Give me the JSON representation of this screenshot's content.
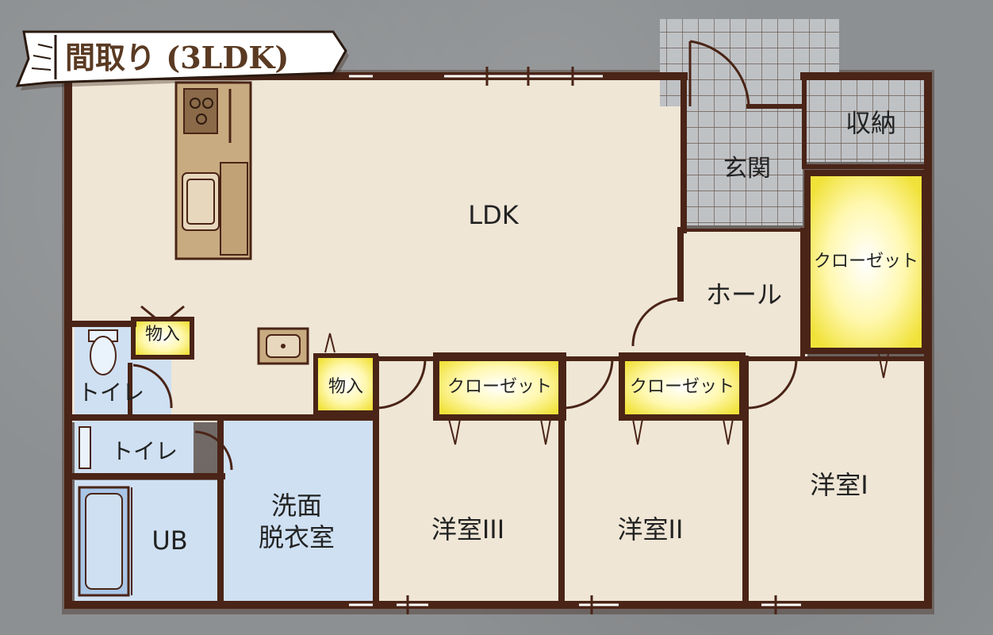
{
  "title": "間取り (3LDK)",
  "rooms": {
    "ldk": "LDK",
    "genkan": "玄関",
    "storage": "収納",
    "hall": "ホール",
    "closet_right": "クローゼット",
    "closet_room3": "クローゼット",
    "closet_room2": "クローゼット",
    "monoire_1": "物入",
    "monoire_2": "物入",
    "toilet_1": "トイレ",
    "toilet_2": "トイレ",
    "washroom_line1": "洗面",
    "washroom_line2": "脱衣室",
    "ub": "UB",
    "room1": "洋室I",
    "room2": "洋室II",
    "room3": "洋室III"
  },
  "colors": {
    "wall": "#4a2416",
    "floor": "#efe6d6",
    "wet": "#cfe0f2",
    "closet_glow": "#fff27a",
    "kitchen": "#c8ab80",
    "tile": "#b3b6ba",
    "banner_text": "#5a3a22"
  }
}
